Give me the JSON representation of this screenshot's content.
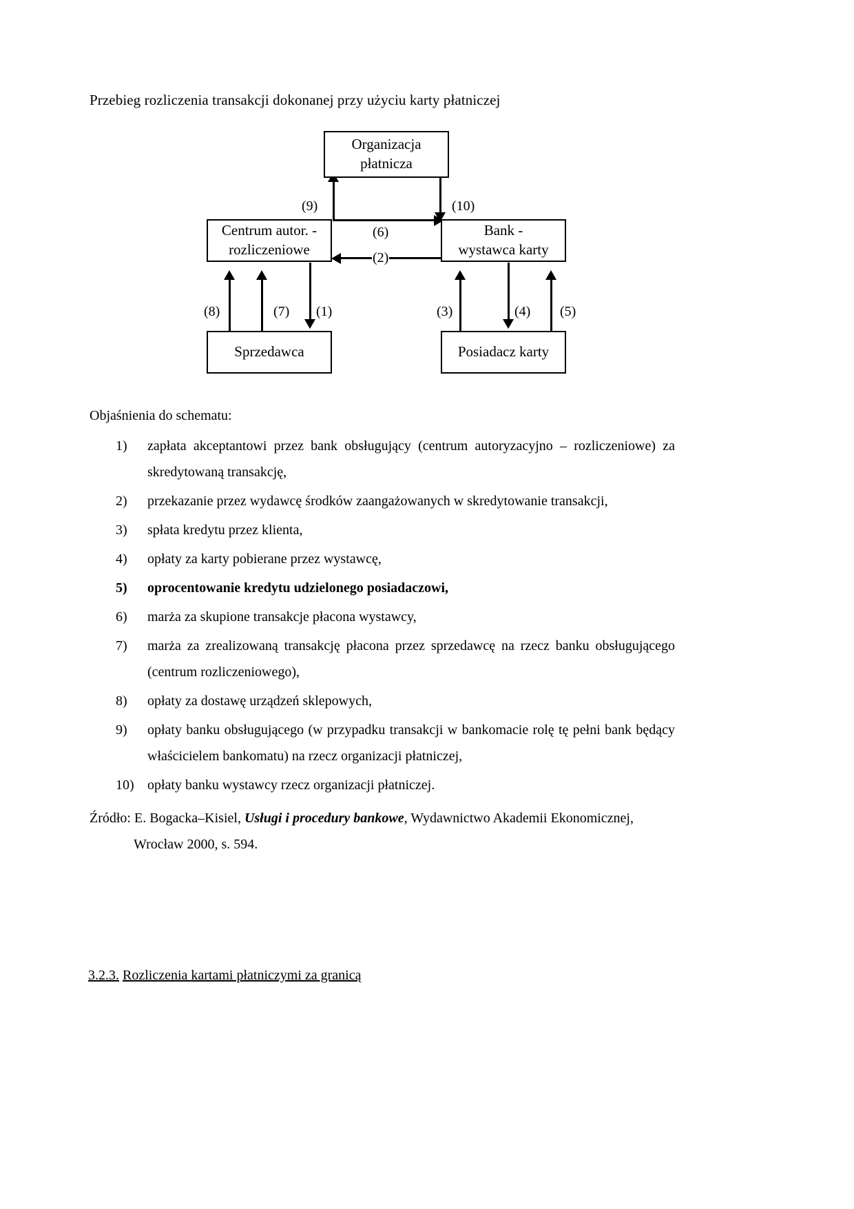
{
  "document": {
    "title": "Przebieg rozliczenia transakcji dokonanej przy użyciu karty płatniczej",
    "lead": "Objaśnienia do schematu:"
  },
  "diagram": {
    "nodes": {
      "organizacja": {
        "line1": "Organizacja",
        "line2": "płatnicza"
      },
      "centrum": {
        "line1": "Centrum autor. -",
        "line2": "rozliczeniowe"
      },
      "bank": {
        "line1": "Bank -",
        "line2": "wystawca karty"
      },
      "sprzedawca": {
        "line1": "Sprzedawca",
        "line2": ""
      },
      "posiadacz": {
        "line1": "Posiadacz karty",
        "line2": ""
      }
    },
    "flow_labels": {
      "f1": "(1)",
      "f2": "(2)",
      "f3": "(3)",
      "f4": "(4)",
      "f5": "(5)",
      "f6": "(6)",
      "f7": "(7)",
      "f8": "(8)",
      "f9": "(9)",
      "f10": "(10)"
    }
  },
  "explanations": [
    {
      "num": "1)",
      "text": "zapłata akceptantowi przez bank obsługujący (centrum autoryzacyjno – rozliczeniowe) za skredytowaną transakcję,",
      "bold": false,
      "justify": true
    },
    {
      "num": "2)",
      "text": "przekazanie przez wydawcę środków zaangażowanych w skredytowanie transakcji,",
      "bold": false,
      "justify": false
    },
    {
      "num": "3)",
      "text": "spłata kredytu przez klienta,",
      "bold": false,
      "justify": false
    },
    {
      "num": "4)",
      "text": "opłaty za karty pobierane przez wystawcę,",
      "bold": false,
      "justify": false
    },
    {
      "num": "5)",
      "text": "oprocentowanie kredytu udzielonego posiadaczowi,",
      "bold": true,
      "justify": false
    },
    {
      "num": "6)",
      "text": "marża za skupione transakcje płacona wystawcy,",
      "bold": false,
      "justify": false
    },
    {
      "num": "7)",
      "text": "marża za zrealizowaną transakcję płacona przez sprzedawcę na rzecz banku obsługującego (centrum rozliczeniowego),",
      "bold": false,
      "justify": true
    },
    {
      "num": "8)",
      "text": "opłaty za dostawę urządzeń sklepowych,",
      "bold": false,
      "justify": false
    },
    {
      "num": "9)",
      "text": "opłaty banku obsługującego (w przypadku transakcji w bankomacie rolę tę pełni bank będący właścicielem bankomatu) na rzecz organizacji płatniczej,",
      "bold": false,
      "justify": true
    },
    {
      "num": "10)",
      "text": "opłaty banku wystawcy rzecz organizacji płatniczej.",
      "bold": false,
      "justify": false
    }
  ],
  "source": {
    "prefix": "Źródło: E. Bogacka–Kisiel, ",
    "italic": "Usługi i procedury bankowe",
    "suffix": ", Wydawnictwo Akademii Ekonomicznej,",
    "line2": "Wrocław 2000, s. 594."
  },
  "section": {
    "number": "3.2.3.",
    "heading": "Rozliczenia kartami płatniczymi za granicą"
  }
}
